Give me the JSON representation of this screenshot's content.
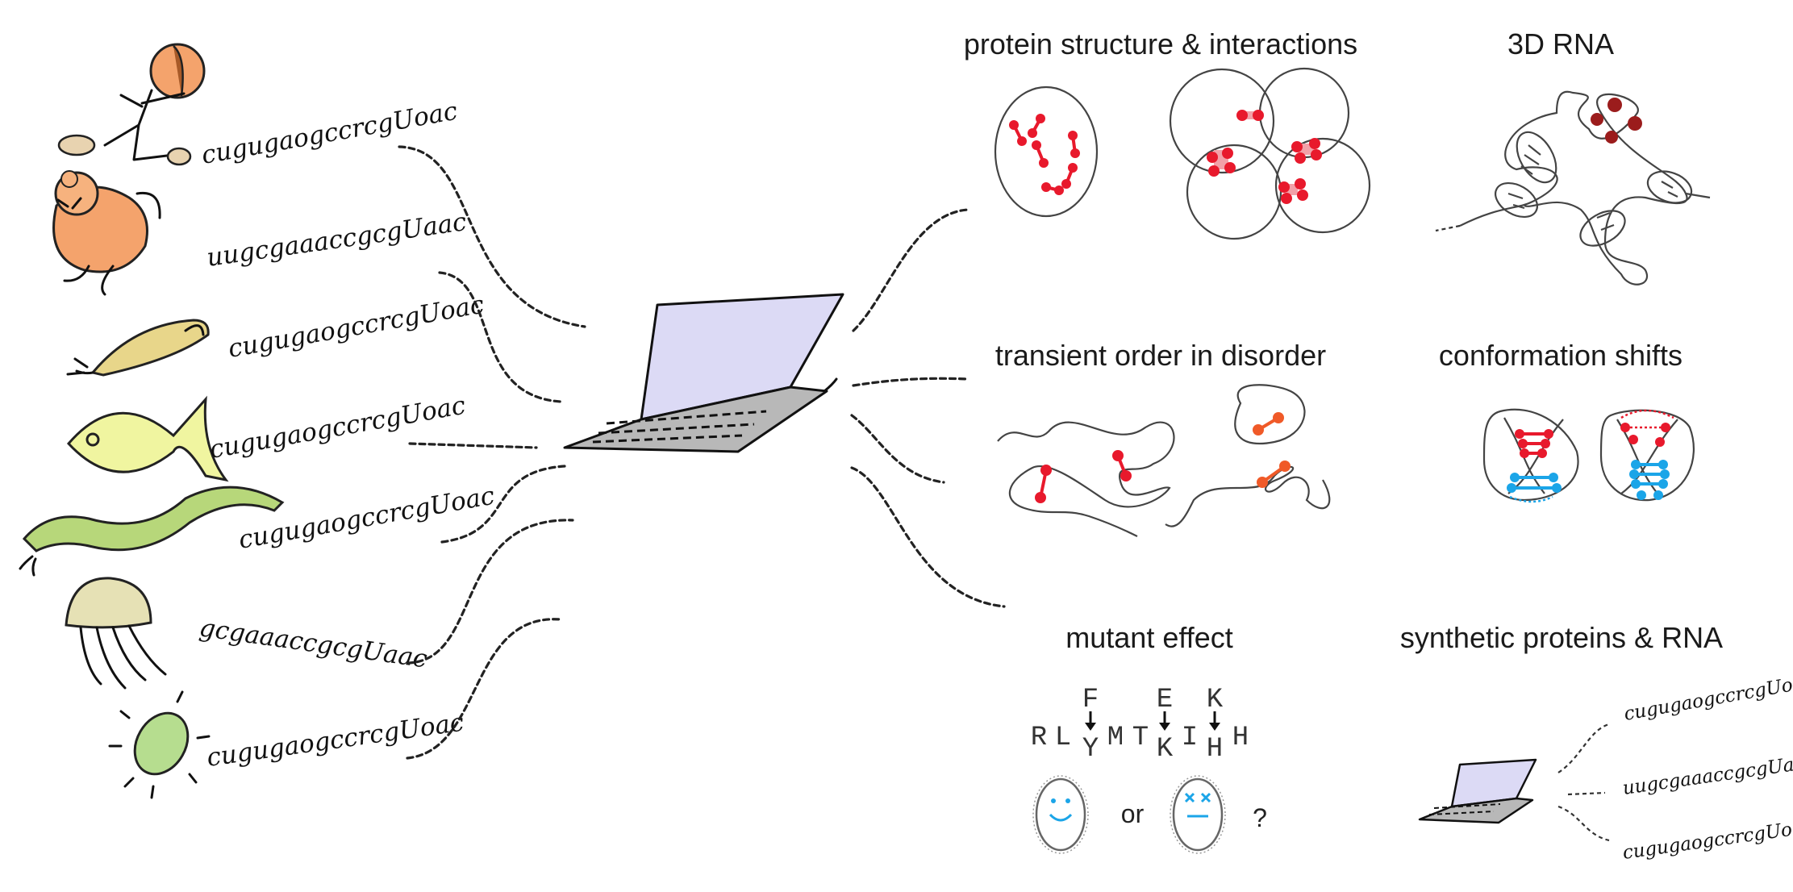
{
  "sequences": {
    "human": "cugugaogccrcgUoac",
    "monkey": "uugcgaaaccgcgUaac",
    "mouse": "cugugaogccrcgUoac",
    "fish": "cugugaogccrcgUoac",
    "worm": "cugugaogccrcgUoac",
    "jellyfish": "gcgaaaccgcgUaac",
    "microbe": "cugugaogccrcgUoac"
  },
  "panels": {
    "protein_structure": {
      "title": "protein structure & interactions"
    },
    "rna_3d": {
      "title": "3D RNA"
    },
    "transient_order": {
      "title": "transient order in disorder"
    },
    "conformation": {
      "title": "conformation shifts"
    },
    "mutant": {
      "title": "mutant effect",
      "sequence_letters": [
        "R",
        "L",
        "Y",
        "M",
        "T",
        "K",
        "I",
        "H",
        "H"
      ],
      "mutations": [
        "F",
        "E",
        "K"
      ],
      "or_label": "or",
      "question_mark": "?"
    },
    "synthetic": {
      "title": "synthetic proteins & RNA",
      "sequences": [
        "cugugaogccrcgUoac",
        "uugcgaaaccgcgUaac",
        "cugugaogccrcgUoac"
      ]
    }
  },
  "colors": {
    "contact_red": "#e8192c",
    "contact_orange": "#f05a28",
    "contact_blue": "#1ba5e8",
    "rna_dark_red": "#9b1c1c",
    "screen_lavender": "#dcdaf5",
    "keyboard_gray": "#b8b8b8"
  }
}
